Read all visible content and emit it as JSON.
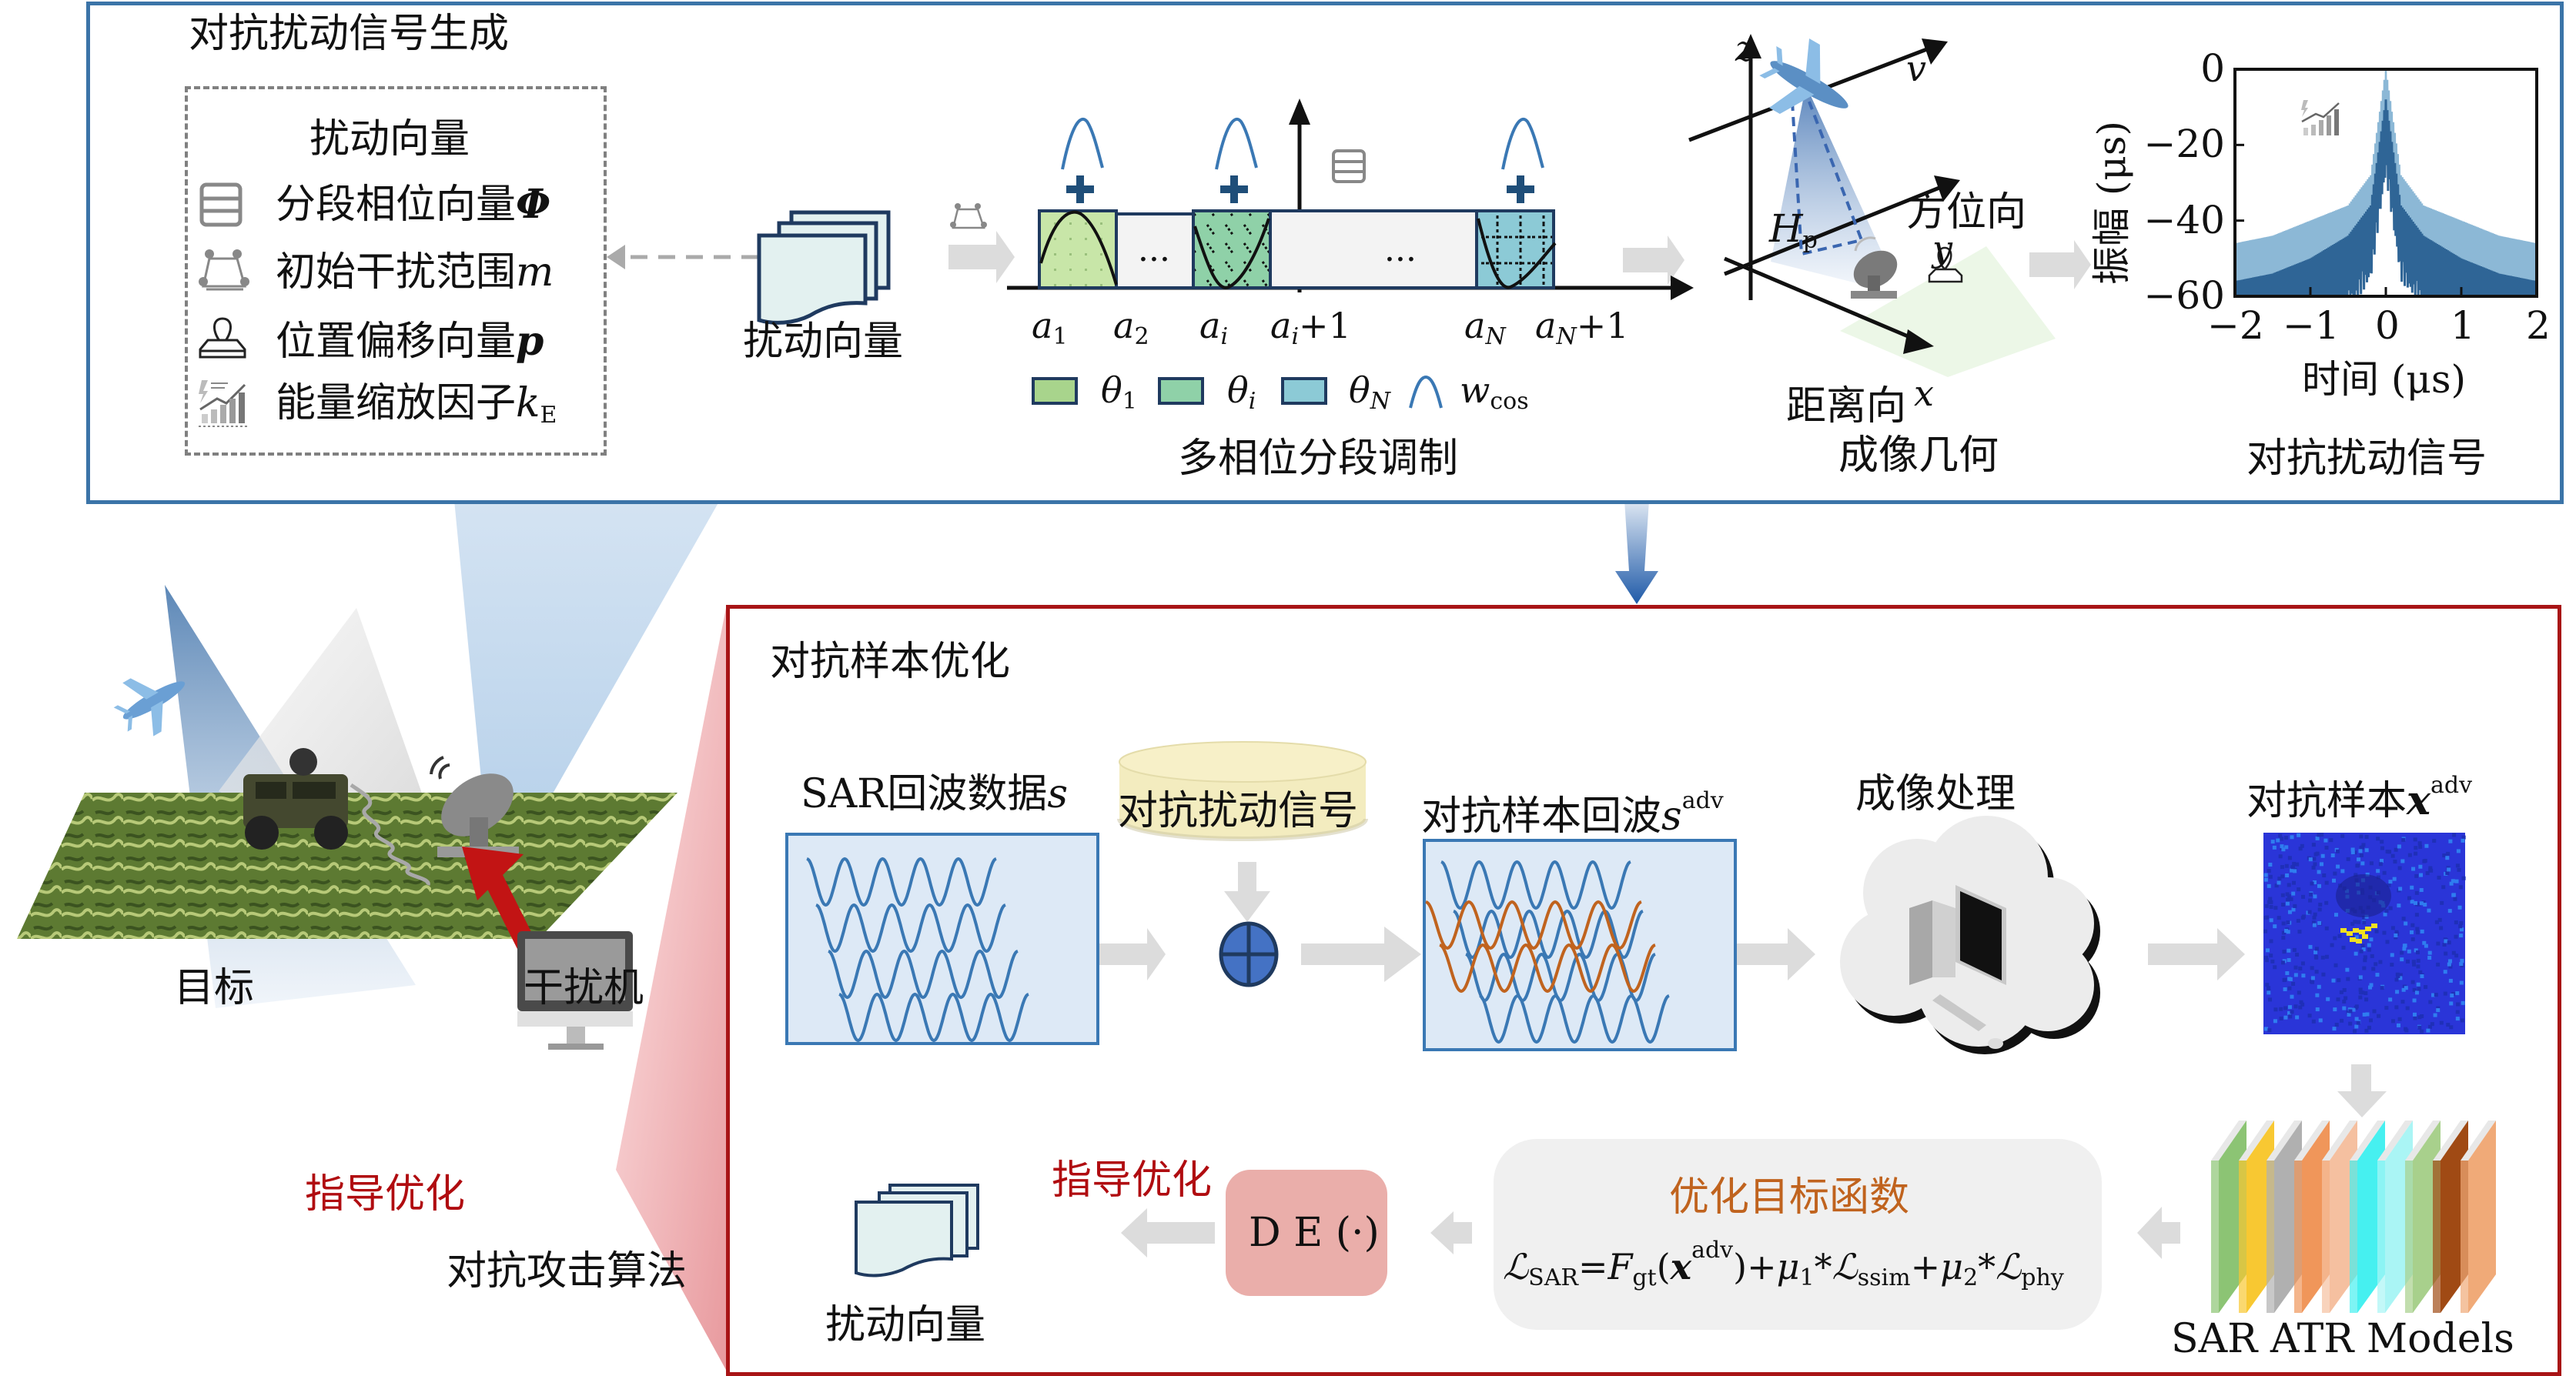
{
  "top_panel": {
    "title": "对抗扰动信号生成",
    "border_color": "#3b74a8",
    "legend_box": {
      "heading": "扰动向量",
      "items": [
        {
          "icon": "segment-stack-icon",
          "label": "分段相位向量",
          "symbol": "Φ"
        },
        {
          "icon": "range-pins-icon",
          "label": "初始干扰范围",
          "symbol": "m"
        },
        {
          "icon": "location-offset-icon",
          "label": "位置偏移向量",
          "symbol": "p"
        },
        {
          "icon": "energy-scale-icon",
          "label": "能量缩放因子",
          "symbol": "k",
          "symbol_sub": "E"
        }
      ]
    },
    "perturbation_vector_label": "扰动向量",
    "modulation": {
      "caption": "多相位分段调制",
      "axis_labels": [
        {
          "base": "a",
          "sub": "1",
          "suffix": ""
        },
        {
          "base": "a",
          "sub": "2",
          "suffix": ""
        },
        {
          "base": "a",
          "sub": "i",
          "suffix": ""
        },
        {
          "base": "a",
          "sub": "i",
          "suffix": "+1"
        },
        {
          "base": "a",
          "sub": "N",
          "suffix": ""
        },
        {
          "base": "a",
          "sub": "N",
          "suffix": "+1"
        }
      ],
      "ellipsis": "···",
      "legend": [
        {
          "symbol": "θ",
          "sub": "1",
          "color": "#c8e6a8"
        },
        {
          "symbol": "θ",
          "sub": "i",
          "color": "#8fd1a8"
        },
        {
          "symbol": "θ",
          "sub": "N",
          "color": "#8ccad6"
        },
        {
          "symbol": "w",
          "sub": "cos",
          "color": "#3a78b4"
        }
      ],
      "plus_color": "#1f4e79"
    },
    "geometry": {
      "caption": "成像几何",
      "axis_z": "z",
      "axis_v": "v",
      "axis_y": "y",
      "axis_x": "x",
      "height_label": "H",
      "height_sub": "p",
      "azimuth_label": "方位向",
      "range_label": "距离向"
    },
    "signal_chart_caption": "对抗扰动信号"
  },
  "chart_data": {
    "type": "line",
    "title": "",
    "xlabel": "时间 (μs)",
    "ylabel": "振幅 (μs)",
    "xlim": [
      -2,
      2
    ],
    "ylim": [
      -60,
      0
    ],
    "xticks": [
      "−2",
      "−1",
      "0",
      "1",
      "2"
    ],
    "yticks": [
      "0",
      "−20",
      "−40",
      "−60"
    ],
    "grid": false,
    "legend": "none",
    "series": [
      {
        "name": "light",
        "color": "#8cb8d6",
        "x": [
          -2,
          -1.5,
          -1,
          -0.5,
          -0.2,
          0,
          0.2,
          0.5,
          1,
          1.5,
          2
        ],
        "envelope_db": [
          -46,
          -44,
          -40,
          -36,
          -28,
          0,
          -28,
          -36,
          -40,
          -44,
          -46
        ]
      },
      {
        "name": "dark",
        "color": "#2f6596",
        "x": [
          -2,
          -1.5,
          -1,
          -0.5,
          -0.2,
          0,
          0.2,
          0.5,
          1,
          1.5,
          2
        ],
        "envelope_db": [
          -56,
          -54,
          -50,
          -44,
          -36,
          -8,
          -36,
          -44,
          -50,
          -54,
          -56
        ]
      }
    ]
  },
  "bottom_panel": {
    "title": "对抗样本优化",
    "border_color": "#a81416",
    "sar_echo_label": "SAR回波数据",
    "sar_echo_symbol": "s",
    "cylinder_label": "对抗扰动信号",
    "adv_echo_label": "对抗样本回波",
    "adv_echo_symbol": "s",
    "adv_echo_sup": "adv",
    "imaging_label": "成像处理",
    "adv_sample_label": "对抗样本",
    "adv_sample_symbol": "x",
    "adv_sample_sup": "adv",
    "models_label": "SAR ATR Models",
    "objective_title": "优化目标函数",
    "formula": {
      "lhs": "ℒ",
      "lhs_sub": "SAR",
      "eq": "=",
      "f": "F",
      "f_sub": "gt",
      "arg": "x",
      "arg_sup": "adv",
      "plus1": "+",
      "mu1": "μ",
      "mu1_sub": "1",
      "star1": "*",
      "l1": "ℒ",
      "l1_sub": "ssim",
      "plus2": "+",
      "mu2": "μ",
      "mu2_sub": "2",
      "star2": "*",
      "l2": "ℒ",
      "l2_sub": "phy"
    },
    "de_label": "D E (·)",
    "guide_label": "指导优化",
    "perturbation_vector_label": "扰动向量",
    "model_colors": [
      "#8cc474",
      "#f8c832",
      "#b0b0b0",
      "#f0965a",
      "#f5c0a0",
      "#46f0f0",
      "#aaf5f5",
      "#a8d08c",
      "#a04a14",
      "#f0aa78"
    ]
  },
  "scene": {
    "target_label": "目标",
    "jammer_label": "干扰机",
    "guide_label": "指导优化",
    "algorithm_label": "对抗攻击算法"
  }
}
